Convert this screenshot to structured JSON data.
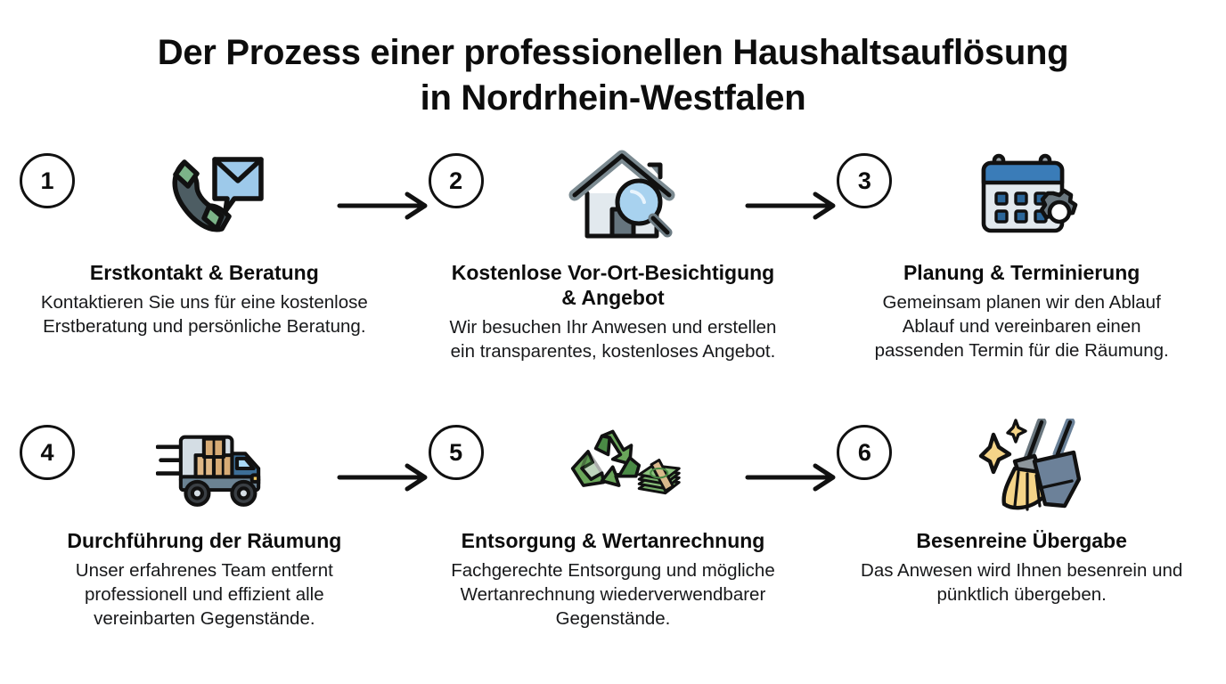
{
  "title": {
    "line1": "Der Prozess einer professionellen Haushaltsauflösung",
    "line2": "in Nordrhein-Westfalen"
  },
  "colors": {
    "background": "#ffffff",
    "text": "#0d0d0d",
    "outline": "#111111",
    "green_accent": "#7cb388",
    "blue_accent": "#3a7cb8",
    "light_blue": "#9dc9ea",
    "slate": "#4d5d63",
    "gray": "#7b8a91",
    "tan": "#d9ab74",
    "yellow": "#f5d488",
    "recycle_green": "#6aa65a",
    "recycle_green_dark": "#4a8a45",
    "money_green": "#76ae6a"
  },
  "arrow_icon": "arrow-right-icon",
  "steps": [
    {
      "number": "1",
      "icon": "phone-email-icon",
      "title": "Erstkontakt & Beratung",
      "description": "Kontaktieren Sie uns für eine kostenlose Erstberatung und persönliche Beratung.",
      "has_arrow": true
    },
    {
      "number": "2",
      "icon": "house-magnifier-icon",
      "title": "Kostenlose Vor-Ort-Besichtigung & Angebot",
      "description": "Wir besuchen Ihr Anwesen und erstellen ein transparentes, kostenloses Angebot.",
      "has_arrow": true
    },
    {
      "number": "3",
      "icon": "calendar-gear-icon",
      "title": "Planung & Terminierung",
      "description": "Gemeinsam planen wir den Ablauf Ablauf und vereinbaren einen passenden Termin für die Räumung.",
      "has_arrow": false
    },
    {
      "number": "4",
      "icon": "moving-truck-icon",
      "title": "Durchführung der Räumung",
      "description": "Unser erfahrenes Team entfernt professionell und effizient alle vereinbarten Gegenstände.",
      "has_arrow": true
    },
    {
      "number": "5",
      "icon": "recycling-money-icon",
      "title": "Entsorgung & Wertanrechnung",
      "description": "Fachgerechte Entsorgung und mögliche Wertanrechnung wiederverwendbarer Gegenstände.",
      "has_arrow": true
    },
    {
      "number": "6",
      "icon": "broom-dustpan-icon",
      "title": "Besenreine Übergabe",
      "description": "Das Anwesen wird Ihnen besenrein und pünktlich übergeben.",
      "has_arrow": false
    }
  ]
}
